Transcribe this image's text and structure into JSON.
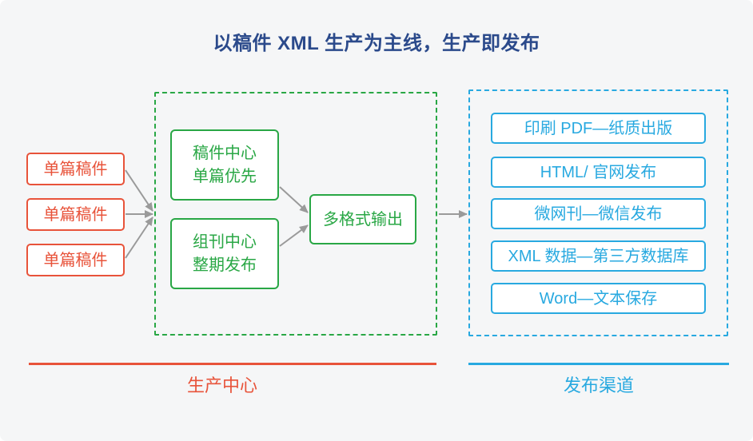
{
  "title": "以稿件 XML 生产为主线，生产即发布",
  "production": {
    "manuscripts": [
      "单篇稿件",
      "单篇稿件",
      "单篇稿件"
    ],
    "centers": [
      {
        "line1": "稿件中心",
        "line2": "单篇优先"
      },
      {
        "line1": "组刊中心",
        "line2": "整期发布"
      }
    ],
    "output": "多格式输出",
    "label": "生产中心"
  },
  "publishing": {
    "channels": [
      "印刷 PDF—纸质出版",
      "HTML/ 官网发布",
      "微网刊—微信发布",
      "XML 数据—第三方数据库",
      "Word—文本保存"
    ],
    "label": "发布渠道"
  },
  "colors": {
    "title": "#2b4a8b",
    "production": "#e8533a",
    "center": "#29a745",
    "channel": "#28a9e0",
    "arrow": "#9a9a9a",
    "background": "#f5f6f7"
  }
}
